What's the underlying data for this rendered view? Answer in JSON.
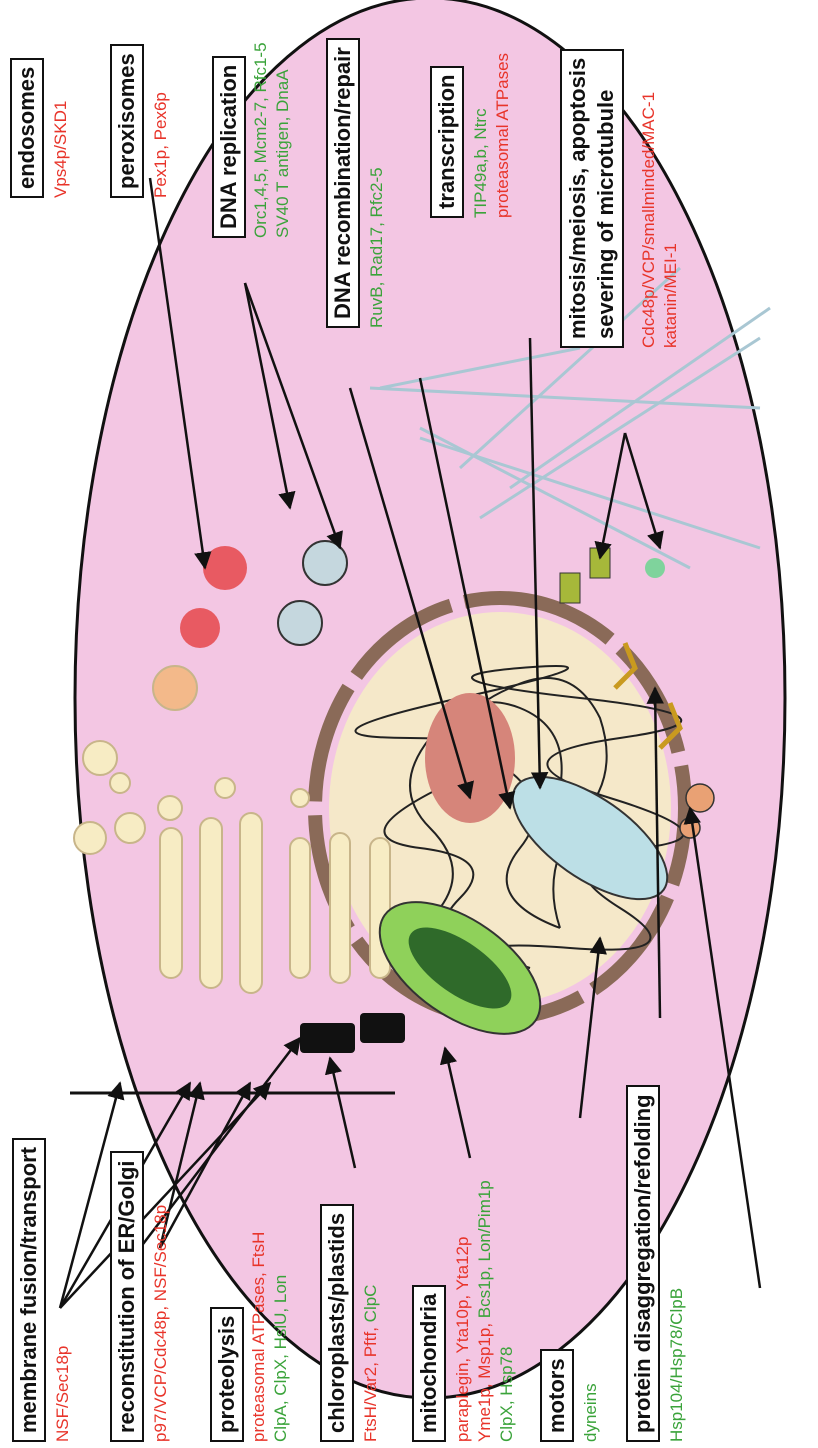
{
  "colors": {
    "red": "#e8342a",
    "green": "#3aa33a",
    "cell": "#f3c6e3",
    "organelle": "#f7ecc4"
  },
  "labels": {
    "membrane": "membrane fusion/transport",
    "er_golgi": "reconstitution of ER/Golgi",
    "proteolysis": "proteolysis",
    "chloroplasts": "chloroplasts/plastids",
    "mitochondria": "mitochondria",
    "motors": "motors",
    "protein": "protein disaggregation/refolding",
    "endosomes": "endosomes",
    "peroxisomes": "peroxisomes",
    "dna_rep": "DNA replication",
    "dna_rec": "DNA recombination/repair",
    "transcription": "transcription",
    "mitosis_1": "mitosis/meiosis, apoptosis",
    "mitosis_2": "severing of microtubule"
  },
  "proteins": {
    "membrane": "NSF/Sec18p",
    "er_golgi_red": "p97/VCP/Cdc48p, NSF/Sec18p",
    "proteolysis_red": "proteasomal ATPases,",
    "proteolysis_red2": "FtsH",
    "proteolysis_green": "ClpA, ClpX, HslU, Lon",
    "chloroplasts_red": "FtsH/Var2, Pftf,",
    "chloroplasts_green": "ClpC",
    "mito_red1": "paraplegin, Yta10p, Yta12p",
    "mito_red2a": "Yme1p, Msp1p,",
    "mito_green2": "Bcs1p, Lon/Pim1p",
    "mito_green3": "ClpX, Hsp78",
    "motors": "dyneins",
    "protein": "Hsp104/Hsp78/ClpB",
    "endosomes": "Vps4p/SKD1",
    "peroxisomes": "Pex1p, Pex6p",
    "dna_rep1": "Orc1,4,5, Mcm2-7, Rfc1-5",
    "dna_rep2": "SV40 T antigen, DnaA",
    "dna_rec": "RuvB, Rad17, Rfc2-5",
    "trans_green": "TIP49a,b, Ntrc",
    "trans_red": "proteasomal  ATPases",
    "mitosis1": "Cdc48p/VCP/smallminded/MAC-1",
    "mitosis2": "katanin/MEI-1"
  }
}
